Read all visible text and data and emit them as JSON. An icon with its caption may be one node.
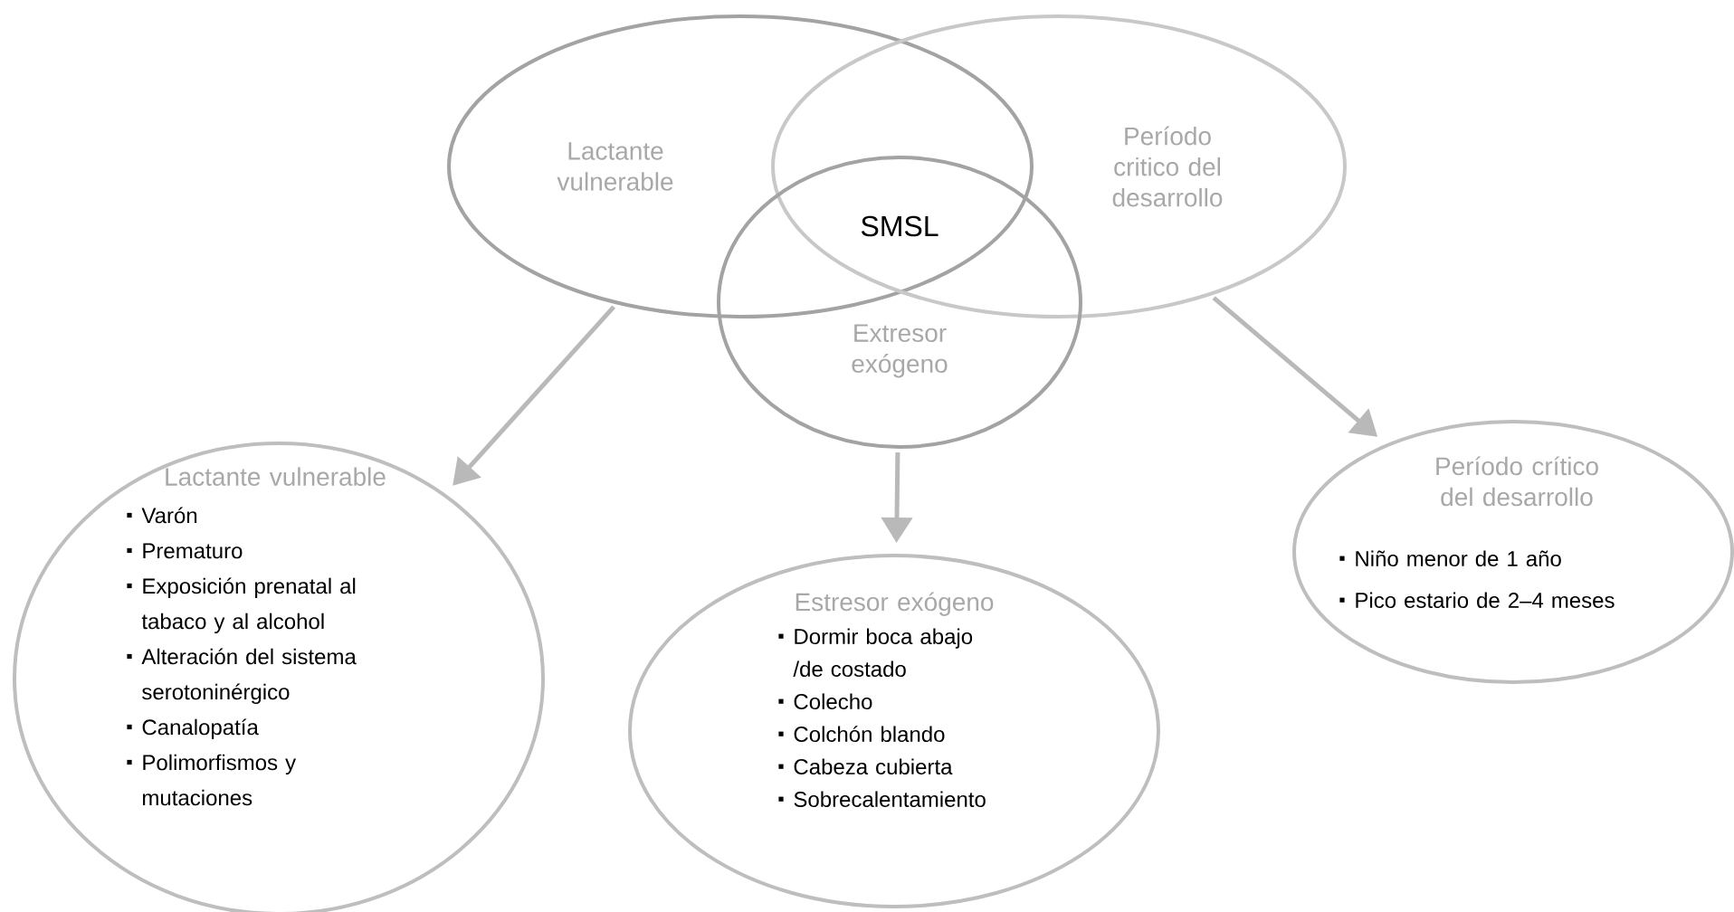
{
  "diagram": {
    "nodes": [
      {
        "text": [
          "Lactante vulnerable"
        ]
      },
      {
        "text": [
          "Período critico del desarrollo"
        ]
      },
      {
        "text": [
          "Extresor exógeno"
        ]
      },
      {
        "text": [
          "Lactante vulnerable",
          "Varón",
          "Prematuro",
          "Exposición prenatal al tabaco y al alcohol",
          "Alteración del sistema serotoninérgico",
          "Canalopatía",
          "Polimorfismos y mutaciones"
        ]
      },
      {
        "text": [
          "Estresor exógeno",
          "Dormir boca abajo /de costado",
          "Colecho",
          "Colchón blando",
          "Cabeza cubierta",
          "Sobrecalentamiento"
        ]
      },
      {
        "text": [
          "Período crítico del desarrollo",
          "Niño menor de 1 año",
          "Pico estario de 2–4 meses"
        ]
      }
    ],
    "edges": [
      {
        "from": 0,
        "to": 3,
        "arrow": "to"
      },
      {
        "from": 2,
        "to": 4,
        "arrow": "to"
      },
      {
        "from": 1,
        "to": 5,
        "arrow": "to"
      }
    ],
    "labels": [
      "SMSL"
    ]
  }
}
